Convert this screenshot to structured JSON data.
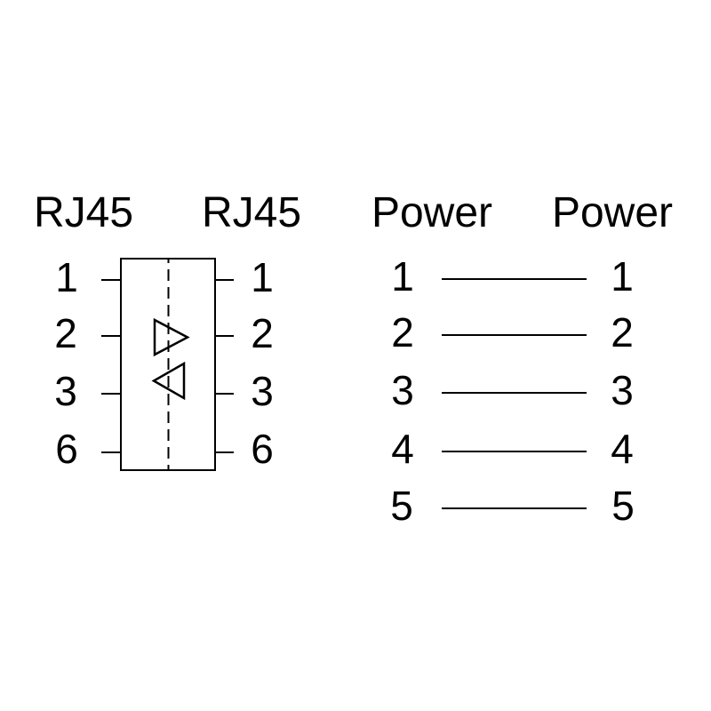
{
  "rj45": {
    "header_left": "RJ45",
    "header_right": "RJ45",
    "pins": [
      "1",
      "2",
      "3",
      "6"
    ],
    "icons": [
      "triangle-right-icon",
      "triangle-left-icon"
    ]
  },
  "power": {
    "header_left": "Power",
    "header_right": "Power",
    "pins": [
      "1",
      "2",
      "3",
      "4",
      "5"
    ]
  },
  "colors": {
    "foreground": "#000000",
    "background": "#ffffff"
  }
}
